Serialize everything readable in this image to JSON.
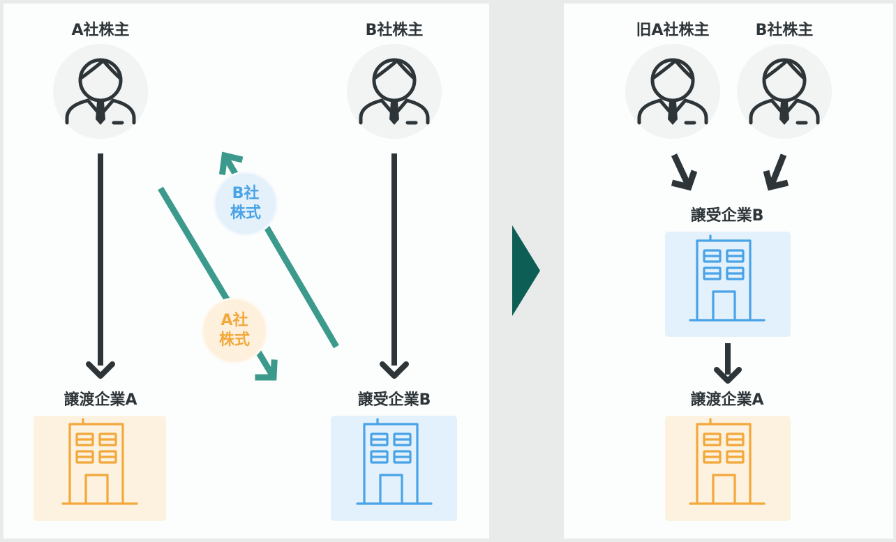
{
  "left": {
    "shareholder_a": "A社株主",
    "shareholder_b": "B社株主",
    "company_a": "譲渡企業A",
    "company_b": "譲受企業B",
    "badge_b_shares": [
      "B社",
      "株式"
    ],
    "badge_a_shares": [
      "A社",
      "株式"
    ]
  },
  "right": {
    "former_shareholder_a": "旧A社株主",
    "shareholder_b": "B社株主",
    "company_b": "譲受企業B",
    "company_a": "譲渡企業A"
  },
  "icons": {
    "person": "businessman-icon",
    "building": "building-icon",
    "transition": "triangle-right-icon"
  },
  "colors": {
    "dark": "#2e3538",
    "teal": "#3b9a8c",
    "blue": "#49a3e6",
    "orange": "#f2a83a",
    "orange_bg": "#fdf1df",
    "blue_bg": "#e3f1fc",
    "circle_bg": "#f1f4f3",
    "transition": "#0d5f55"
  }
}
